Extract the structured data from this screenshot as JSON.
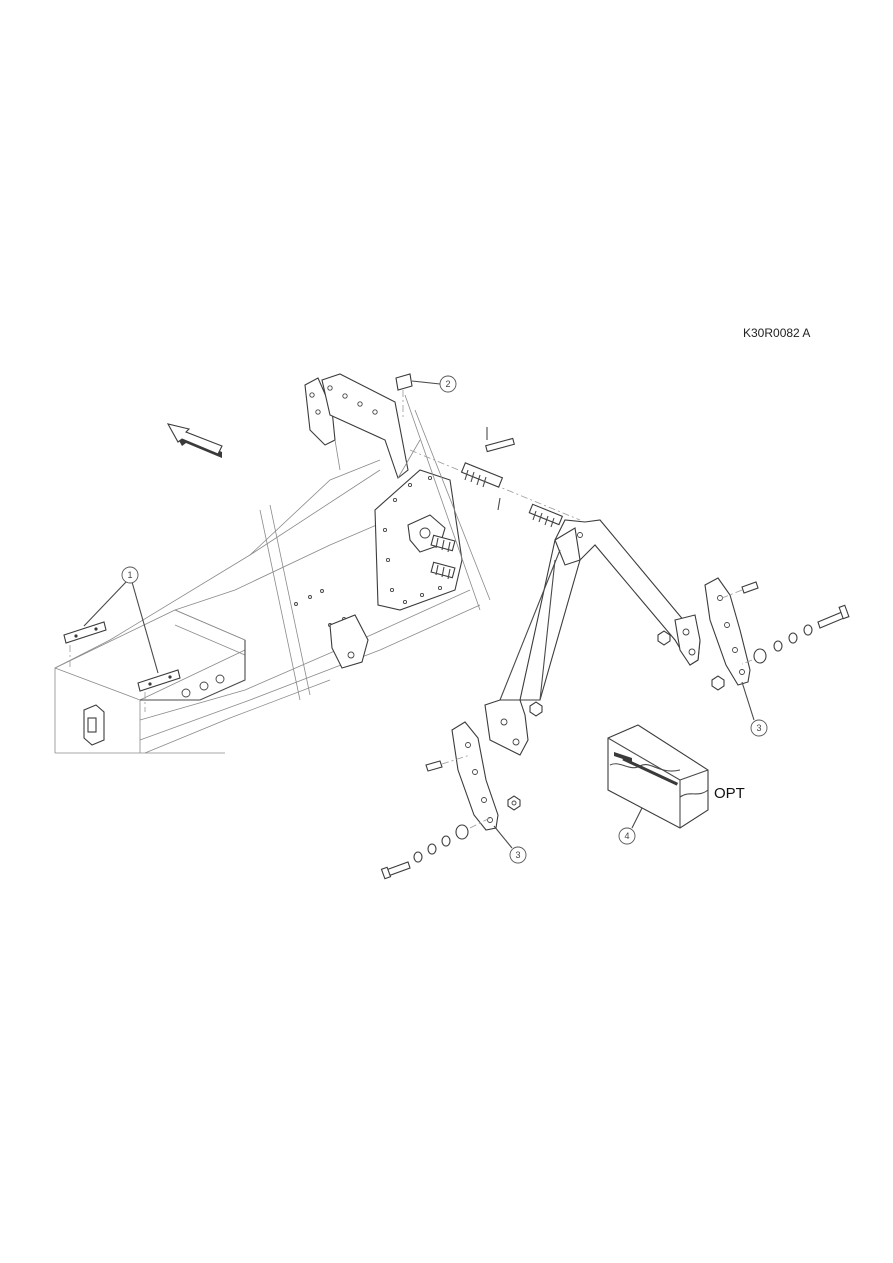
{
  "drawing_code": "K30R0082  A",
  "opt_label": "OPT",
  "callouts": [
    "1",
    "2",
    "3",
    "3",
    "4"
  ]
}
